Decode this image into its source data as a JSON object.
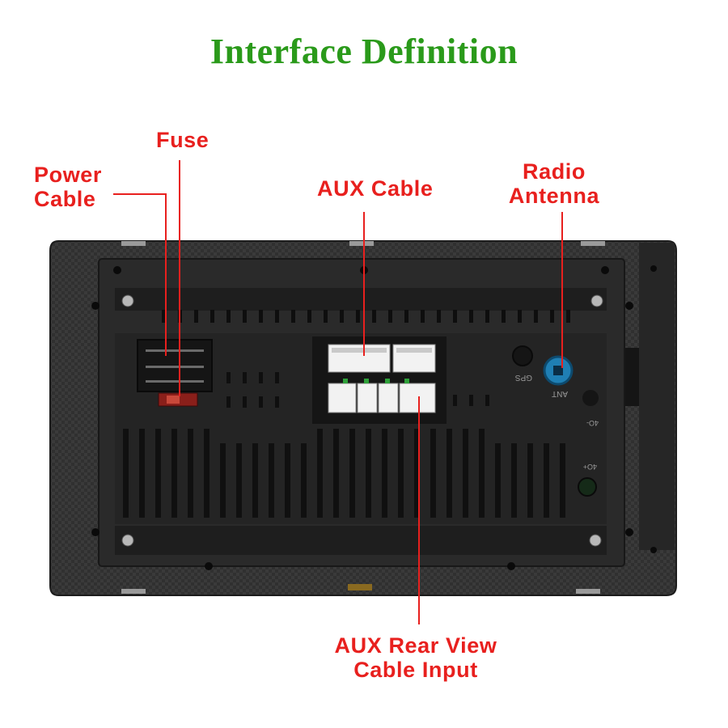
{
  "title": "Interface Definition",
  "colors": {
    "title": "#2a9a1a",
    "label": "#e8201e",
    "leader_line": "#e8201e",
    "unit_body": "#2e2e2e"
  },
  "labels": {
    "fuse": "Fuse",
    "power_cable": [
      "Power",
      "Cable"
    ],
    "aux_cable": "AUX Cable",
    "radio_antenna": [
      "Radio",
      "Antenna"
    ],
    "aux_rear_view": [
      "AUX Rear View",
      "Cable Input"
    ]
  },
  "device_markings": {
    "gps": "GPS",
    "ant": "ANT",
    "fl": "4O-",
    "fr": "4O+"
  }
}
